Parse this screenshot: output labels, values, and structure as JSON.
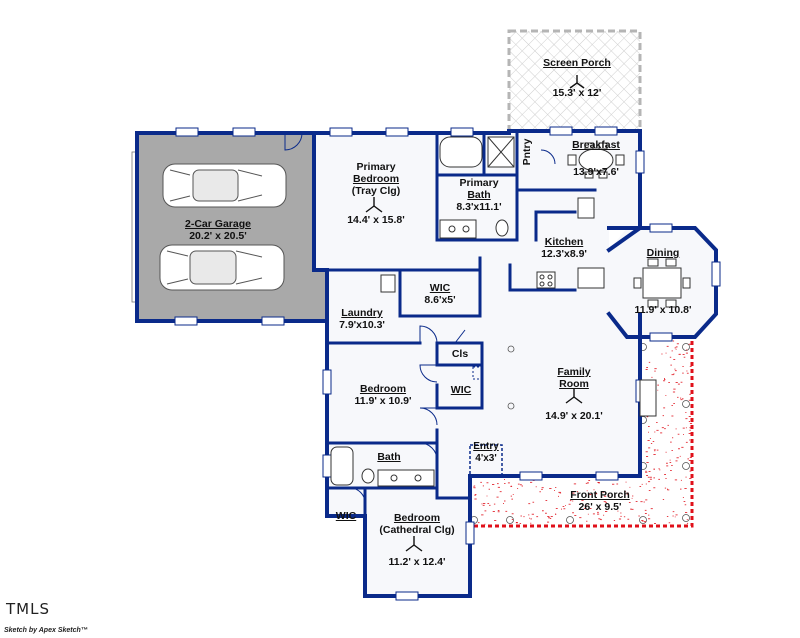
{
  "colors": {
    "wall": "#0a2a8a",
    "garage_fill": "#a9a9a9",
    "screen_porch": "#b5b5b5",
    "front_porch": "#e0101a",
    "floor": "#f7f8fb"
  },
  "rooms": {
    "screen_porch": {
      "name": "Screen Porch",
      "dims": "15.3' x 12'"
    },
    "garage": {
      "name": "2-Car Garage",
      "dims": "20.2' x 20.5'"
    },
    "primary_bedroom": {
      "name_line1": "Primary",
      "name_line2": "Bedroom",
      "sub": "(Tray Clg)",
      "dims": "14.4' x 15.8'"
    },
    "primary_bath": {
      "name_line1": "Primary",
      "name_line2": "Bath",
      "dims": "8.3'x11.1'"
    },
    "pantry": {
      "name": "Pntry"
    },
    "breakfast": {
      "name": "Breakfast",
      "dims": "13.9'x7.6'"
    },
    "kitchen": {
      "name": "Kitchen",
      "dims": "12.3'x8.9'"
    },
    "dining": {
      "name": "Dining",
      "dims": "11.9' x 10.8'"
    },
    "wic_primary": {
      "name": "WIC",
      "dims": "8.6'x5'"
    },
    "laundry": {
      "name": "Laundry",
      "dims": "7.9'x10.3'"
    },
    "closet": {
      "name": "Cls"
    },
    "family_room": {
      "name": "Family",
      "name_line2": "Room",
      "dims": "14.9' x 20.1'"
    },
    "bedroom2": {
      "name": "Bedroom",
      "dims": "11.9' x 10.9'"
    },
    "wic_bedroom2": {
      "name": "WIC"
    },
    "bath": {
      "name": "Bath"
    },
    "entry": {
      "name": "Entry",
      "dims": "4'x3'"
    },
    "front_porch": {
      "name": "Front Porch",
      "dims": "26' x 9.5'"
    },
    "wic_bedroom3": {
      "name": "WIC"
    },
    "bedroom3": {
      "name": "Bedroom",
      "sub": "(Cathedral Clg)",
      "dims": "11.2' x 12.4'"
    }
  },
  "brand": "TMLS",
  "credit": "Sketch by Apex Sketch™"
}
